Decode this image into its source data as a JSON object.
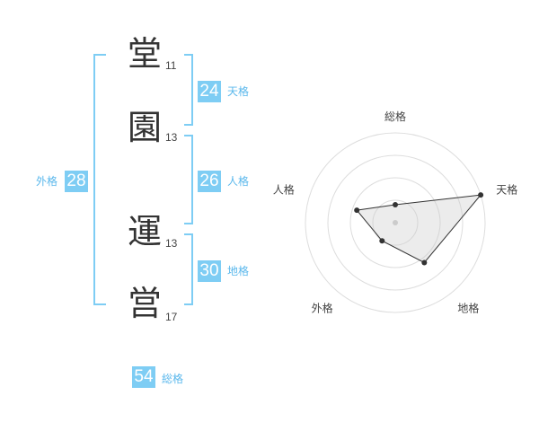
{
  "characters": [
    {
      "char": "堂",
      "strokes": "11"
    },
    {
      "char": "園",
      "strokes": "13"
    },
    {
      "char": "運",
      "strokes": "13"
    },
    {
      "char": "営",
      "strokes": "17"
    }
  ],
  "fortunes": {
    "tenkaku": {
      "value": "24",
      "label": "天格"
    },
    "jinkaku": {
      "value": "26",
      "label": "人格"
    },
    "chikaku": {
      "value": "30",
      "label": "地格"
    },
    "gaikaku": {
      "value": "28",
      "label": "外格"
    },
    "soukaku": {
      "value": "54",
      "label": "総格"
    }
  },
  "colors": {
    "accent": "#7ecdf4",
    "accent_text": "#5bb8ec",
    "kanji": "#333333"
  },
  "chart_data": {
    "type": "radar",
    "axes": [
      "総格",
      "天格",
      "地格",
      "外格",
      "人格"
    ],
    "values": [
      0.2,
      1.0,
      0.55,
      0.25,
      0.45
    ],
    "range": [
      0,
      1
    ],
    "rings": 4,
    "center_marker": true
  }
}
